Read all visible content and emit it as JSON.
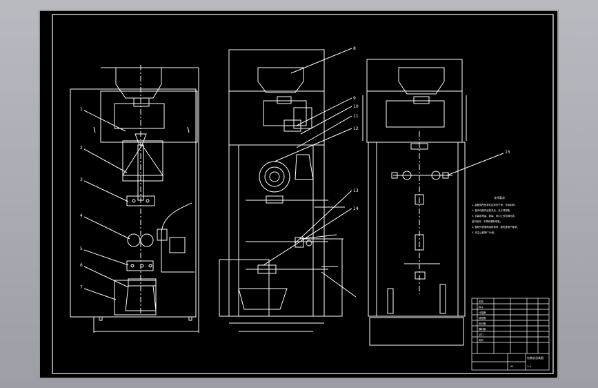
{
  "drawing": {
    "background": "#000000",
    "line_color": "#ffffff",
    "accent_color": "#c0c0c0",
    "view_label_left": "",
    "view_label_center": "",
    "view_label_right": ""
  },
  "callouts": {
    "front": [
      "1",
      "2",
      "3",
      "4",
      "5",
      "6",
      "7"
    ],
    "side": [
      "8",
      "9",
      "10",
      "11",
      "12",
      "13",
      "14"
    ],
    "rear": [
      "15"
    ]
  },
  "notes": {
    "title": "技术要求",
    "lines": [
      "1. 装配前所有零件应清洗干净，去除毛刺；",
      "2. 各传动部件运转灵活，无卡滞现象；",
      "3. 包装机称量、制袋、封口工作协调可靠，",
      "   密封良好，不得有漏料现象；",
      "4. 整机外表面喷涂防锈漆，颜色按用户要求；",
      "5. 未注公差按IT14级。"
    ]
  },
  "title_block": {
    "drawing_name": "包装机总装图",
    "scale": "1:5",
    "sheet": "A1",
    "rows": [
      "机架",
      "料斗",
      "计量器",
      "成型器",
      "纵封器",
      "横封器",
      "切刀",
      "电机"
    ]
  }
}
